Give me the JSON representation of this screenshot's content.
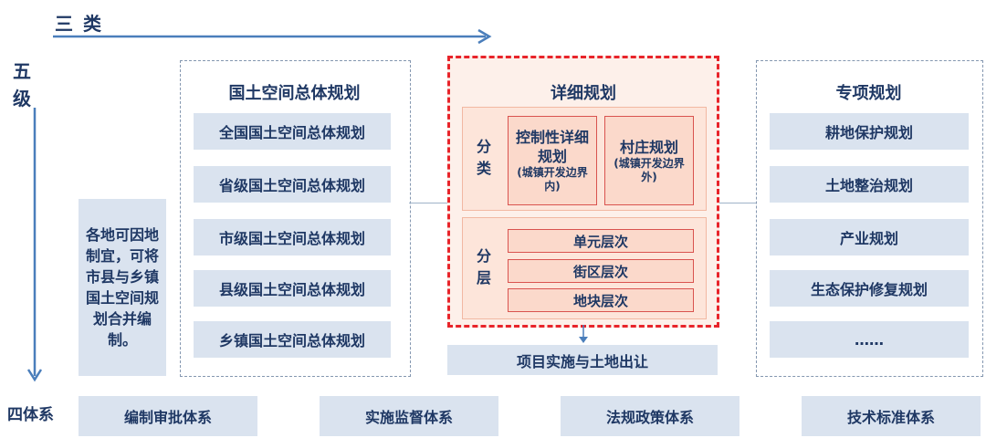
{
  "axis": {
    "top_label": "三 类",
    "left_label_1": "五",
    "left_label_2": "级",
    "bottom_label": "四体系"
  },
  "note": "各地可因地制宜，可将市县与乡镇国土空间规划合并编制。",
  "overall": {
    "title": "国土空间总体规划",
    "items": [
      "全国国土空间总体规划",
      "省级国土空间总体规划",
      "市级国土空间总体规划",
      "县级国土空间总体规划",
      "乡镇国土空间总体规划"
    ]
  },
  "detailed": {
    "title": "详细规划",
    "classify_label_1": "分",
    "classify_label_2": "类",
    "control_title": "控制性详细规划",
    "control_sub": "(城镇开发边界内)",
    "village_title": "村庄规划",
    "village_sub": "(城镇开发边界外)",
    "layer_label_1": "分",
    "layer_label_2": "层",
    "layers": [
      "单元层次",
      "街区层次",
      "地块层次"
    ],
    "implementation": "项目实施与土地出让"
  },
  "special": {
    "title": "专项规划",
    "items": [
      "耕地保护规划",
      "土地整治规划",
      "产业规划",
      "生态保护修复规划",
      "……"
    ]
  },
  "systems": [
    "编制审批体系",
    "实施监督体系",
    "法规政策体系",
    "技术标准体系"
  ],
  "colors": {
    "navy": "#1f3864",
    "arrow": "#4a7ebb",
    "box_fill": "#dae3ef",
    "red_border": "#e8242a",
    "pink_fill": "#fbd9cb"
  }
}
